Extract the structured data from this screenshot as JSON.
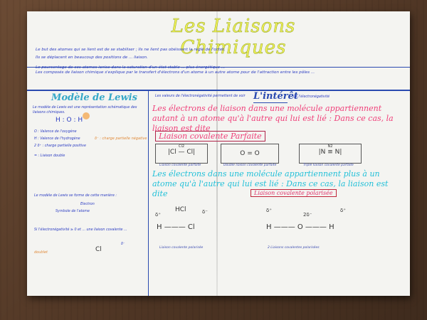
{
  "poster": {
    "title": "Les Liaisons Chimiques",
    "intro": [
      "Le but des atomes qui se lient est de se stabiliser ; Ils ne lient pas obéissent la règle de l'octet.",
      "Ils se déplacent en beaucoup des positions de ... liaison.",
      "Le pourcentage de ces atomes ionise dans la saturation d'un état stable ... plus énergétique ..."
    ],
    "intro2": "Les composés de liaison chimique s'explique par le transfert d'électrons d'un atome à un autre atome pour de l'attraction entre les pôles ...",
    "left": {
      "heading": "Modèle de Lewis",
      "notes": [
        "Le modèle de Lewis est une représentation schématique des liaisons chimiques.",
        "O : Valence de l'oxygène",
        "H : Valence de l'hydrogène",
        "δ⁻ : charge partielle négative",
        "2 δ⁺ : charge partielle positive",
        "= : Liaison double",
        "Le modèle de Lewis se forme de cette manière :",
        "Electron",
        "Symbole de l'atome",
        "Si l'électronégativité ≥ 0 et ... une liaison covalente ...",
        "doublet"
      ],
      "atoms": "H : O : H",
      "formula1": "Cl",
      "formula2": "δ⁻"
    },
    "right": {
      "heading": "L'intérêt",
      "heading_sub": "de l'électronégativité",
      "sub": "Les valeurs de l'électronégativité permettent de voir",
      "pink_text": "Les électrons de liaison dans une molécule appartiennent autant à un atome qu'à l'autre qui lui est lié : Dans ce cas, la liaison est dite",
      "pink_box": "Liaison covalente Parfaite",
      "mol1": "|Cl — Cl|",
      "mol1_top": "Cl2",
      "mol1_label": "Liaison covalente parfaite",
      "mol2": "O = O",
      "mol2_label": "Double liaison covalente parfaite",
      "mol3": "|N ≡ N|",
      "mol3_top": "N2",
      "mol3_label": "Triple liaison covalente parfaite",
      "cyan_text": "Les électrons dans une molécule appartiennent plus à un atome qu'à l'autre qui lui est lié : Dans ce cas, la liaison est dite",
      "red_box": "Liaison covalente polarisée",
      "hcl_title": "HCl",
      "hcl_dp": "δ⁺",
      "hcl_dm": "δ⁻",
      "hcl_formula": "H ——— Cl",
      "hcl_label": "Liaison covalente polarisée",
      "h2o_left": "δ⁺",
      "h2o_mid": "2δ⁻",
      "h2o_right": "δ⁺",
      "h2o_formula": "H ——— O ——— H",
      "h2o_label": "2 Liaisons covalentes polarisées"
    }
  },
  "colors": {
    "title": "#f3f35a",
    "ink": "#2a3bc2",
    "pink": "#f0407a",
    "cyan": "#22c0d8",
    "heading": "#35a8c8"
  }
}
